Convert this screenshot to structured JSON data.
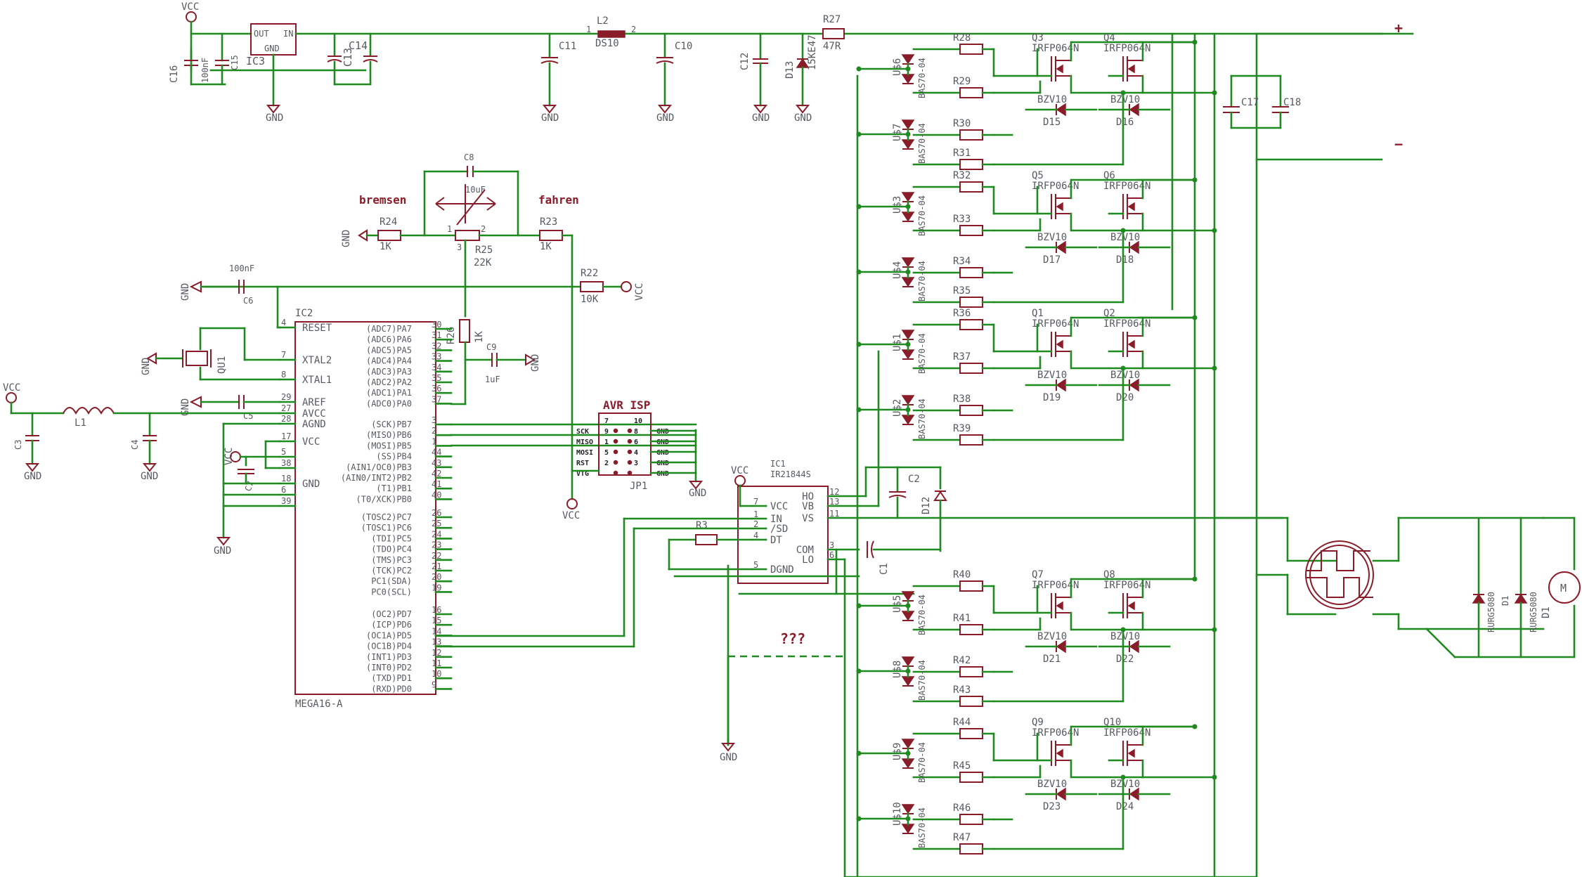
{
  "power": {
    "vcc": "VCC",
    "gnd": "GND",
    "plus": "+",
    "minus": "−"
  },
  "regulator": {
    "name": "IC3",
    "pin_out": "OUT",
    "pin_in": "IN",
    "pin_gnd": "GND",
    "c16": "C16",
    "c16_val": "100nF",
    "c15": "C15",
    "c14": "C14",
    "c13": "C13"
  },
  "supply": {
    "c11": "C11",
    "l2": "L2",
    "l2_val": "DS10",
    "l2_pin1": "1",
    "l2_pin2": "2",
    "c10": "C10",
    "c12": "C12",
    "d13": "D13",
    "d13_val": "15KE47",
    "r27": "R27",
    "r27_val": "47R"
  },
  "pot": {
    "bremsen": "bremsen",
    "fahren": "fahren",
    "r24": "R24",
    "r24_val": "1K",
    "r23": "R23",
    "r23_val": "1K",
    "r25": "R25",
    "r25_val": "22K",
    "c8": "C8",
    "c8_val": "10uF",
    "pin1": "1",
    "pin2": "2",
    "pin3": "3",
    "r26": "R26",
    "r26_val": "1K",
    "c9": "C9",
    "c9_val": "1uF",
    "r22": "R22",
    "r22_val": "10K"
  },
  "mcu": {
    "name": "IC2",
    "part": "MEGA16-A",
    "c6": "C6",
    "c6_val": "100nF",
    "c5": "C5",
    "q_label": "QU1",
    "l1": "L1",
    "c3": "C3",
    "c4": "C4",
    "c7": "C7",
    "left_pins": [
      {
        "name": "RESET",
        "num": "4"
      },
      {
        "name": "XTAL2",
        "num": "7"
      },
      {
        "name": "XTAL1",
        "num": "8"
      },
      {
        "name": "AREF",
        "num": "29"
      },
      {
        "name": "AVCC",
        "num": "27"
      },
      {
        "name": "AGND",
        "num": "28"
      },
      {
        "name": "VCC",
        "num": "17"
      },
      {
        "name": "",
        "num": "5"
      },
      {
        "name": "",
        "num": "38"
      },
      {
        "name": "GND",
        "num": "18"
      },
      {
        "name": "",
        "num": "6"
      },
      {
        "name": "",
        "num": "39"
      }
    ],
    "right_pins": [
      {
        "name": "(ADC7)PA7",
        "num": "30"
      },
      {
        "name": "(ADC6)PA6",
        "num": "31"
      },
      {
        "name": "(ADC5)PA5",
        "num": "32"
      },
      {
        "name": "(ADC4)PA4",
        "num": "33"
      },
      {
        "name": "(ADC3)PA3",
        "num": "34"
      },
      {
        "name": "(ADC2)PA2",
        "num": "35"
      },
      {
        "name": "(ADC1)PA1",
        "num": "36"
      },
      {
        "name": "(ADC0)PA0",
        "num": "37"
      },
      {
        "name": "(SCK)PB7",
        "num": "3"
      },
      {
        "name": "(MISO)PB6",
        "num": "2"
      },
      {
        "name": "(MOSI)PB5",
        "num": "1"
      },
      {
        "name": "(SS)PB4",
        "num": "44"
      },
      {
        "name": "(AIN1/OC0)PB3",
        "num": "43"
      },
      {
        "name": "(AIN0/INT2)PB2",
        "num": "42"
      },
      {
        "name": "(T1)PB1",
        "num": "41"
      },
      {
        "name": "(T0/XCK)PB0",
        "num": "40"
      },
      {
        "name": "(TOSC2)PC7",
        "num": "26"
      },
      {
        "name": "(TOSC1)PC6",
        "num": "25"
      },
      {
        "name": "(TDI)PC5",
        "num": "24"
      },
      {
        "name": "(TDO)PC4",
        "num": "23"
      },
      {
        "name": "(TMS)PC3",
        "num": "22"
      },
      {
        "name": "(TCK)PC2",
        "num": "21"
      },
      {
        "name": "PC1(SDA)",
        "num": "20"
      },
      {
        "name": "PC0(SCL)",
        "num": "19"
      },
      {
        "name": "(OC2)PD7",
        "num": "16"
      },
      {
        "name": "(ICP)PD6",
        "num": "15"
      },
      {
        "name": "(OC1A)PD5",
        "num": "14"
      },
      {
        "name": "(OC1B)PD4",
        "num": "13"
      },
      {
        "name": "(INT1)PD3",
        "num": "12"
      },
      {
        "name": "(INT0)PD2",
        "num": "11"
      },
      {
        "name": "(TXD)PD1",
        "num": "10"
      },
      {
        "name": "(RXD)PD0",
        "num": "9"
      }
    ]
  },
  "isp": {
    "title": "AVR ISP",
    "name": "JP1",
    "rows": [
      {
        "l": "7",
        "r": "10",
        "sig": "",
        "gnd": ""
      },
      {
        "l": "9",
        "r": "8",
        "sig": "SCK",
        "gnd": "GND"
      },
      {
        "l": "1",
        "r": "6",
        "sig": "MISO",
        "gnd": "GND"
      },
      {
        "l": "5",
        "r": "4",
        "sig": "MOSI",
        "gnd": "GND"
      },
      {
        "l": "2",
        "r": "3",
        "sig": "RST",
        "gnd": "GND"
      },
      {
        "l": "",
        "r": "",
        "sig": "VTG",
        "gnd": "GND"
      }
    ]
  },
  "driver": {
    "name": "IC1",
    "part": "IR21844S",
    "left_pins": [
      {
        "name": "VCC",
        "num": "7"
      },
      {
        "name": "IN",
        "num": "1"
      },
      {
        "name": "/SD",
        "num": "2"
      },
      {
        "name": "DT",
        "num": "4"
      },
      {
        "name": "DGND",
        "num": "5"
      }
    ],
    "right_pins": [
      {
        "name": "HO",
        "num": "12"
      },
      {
        "name": "VB",
        "num": "13"
      },
      {
        "name": "VS",
        "num": "11"
      },
      {
        "name": "COM",
        "num": "3"
      },
      {
        "name": "LO",
        "num": "6"
      }
    ],
    "r3": "R3",
    "c2": "C2",
    "c1": "C1",
    "d12": "D12",
    "question": "???"
  },
  "output": {
    "c17": "C17",
    "c18": "C18",
    "motor_symbol": "M",
    "motor_name": "D1",
    "d_free": "D1",
    "diode_left": "RURG5080",
    "diode_right": "RURG5080"
  },
  "fets": [
    {
      "qa": "Q3",
      "qb": "Q4",
      "part": "IRFP064N",
      "ra": "R28",
      "rb": "R29",
      "rc": "R30",
      "rd": "R31",
      "ua": "U$6",
      "ub": "U$7",
      "da": "D15",
      "db": "D16",
      "zener": "BZV10",
      "bas": "BAS70-04"
    },
    {
      "qa": "Q5",
      "qb": "Q6",
      "part": "IRFP064N",
      "ra": "R32",
      "rb": "R33",
      "rc": "R34",
      "rd": "R35",
      "ua": "U$3",
      "ub": "U$4",
      "da": "D17",
      "db": "D18",
      "zener": "BZV10",
      "bas": "BAS70-04"
    },
    {
      "qa": "Q1",
      "qb": "Q2",
      "part": "IRFP064N",
      "ra": "R36",
      "rb": "R37",
      "rc": "R38",
      "rd": "R39",
      "ua": "U$1",
      "ub": "U$2",
      "da": "D19",
      "db": "D20",
      "zener": "BZV10",
      "bas": "BAS70-04"
    },
    {
      "qa": "Q7",
      "qb": "Q8",
      "part": "IRFP064N",
      "ra": "R40",
      "rb": "R41",
      "rc": "R42",
      "rd": "R43",
      "ua": "U$5",
      "ub": "U$8",
      "da": "D21",
      "db": "D22",
      "zener": "BZV10",
      "bas": "BAS70-04"
    },
    {
      "qa": "Q9",
      "qb": "Q10",
      "part": "IRFP064N",
      "ra": "R44",
      "rb": "R45",
      "rc": "R46",
      "rd": "R47",
      "ua": "U$9",
      "ub": "U$10",
      "da": "D23",
      "db": "D24",
      "zener": "BZV10",
      "bas": "BAS70-04"
    }
  ]
}
